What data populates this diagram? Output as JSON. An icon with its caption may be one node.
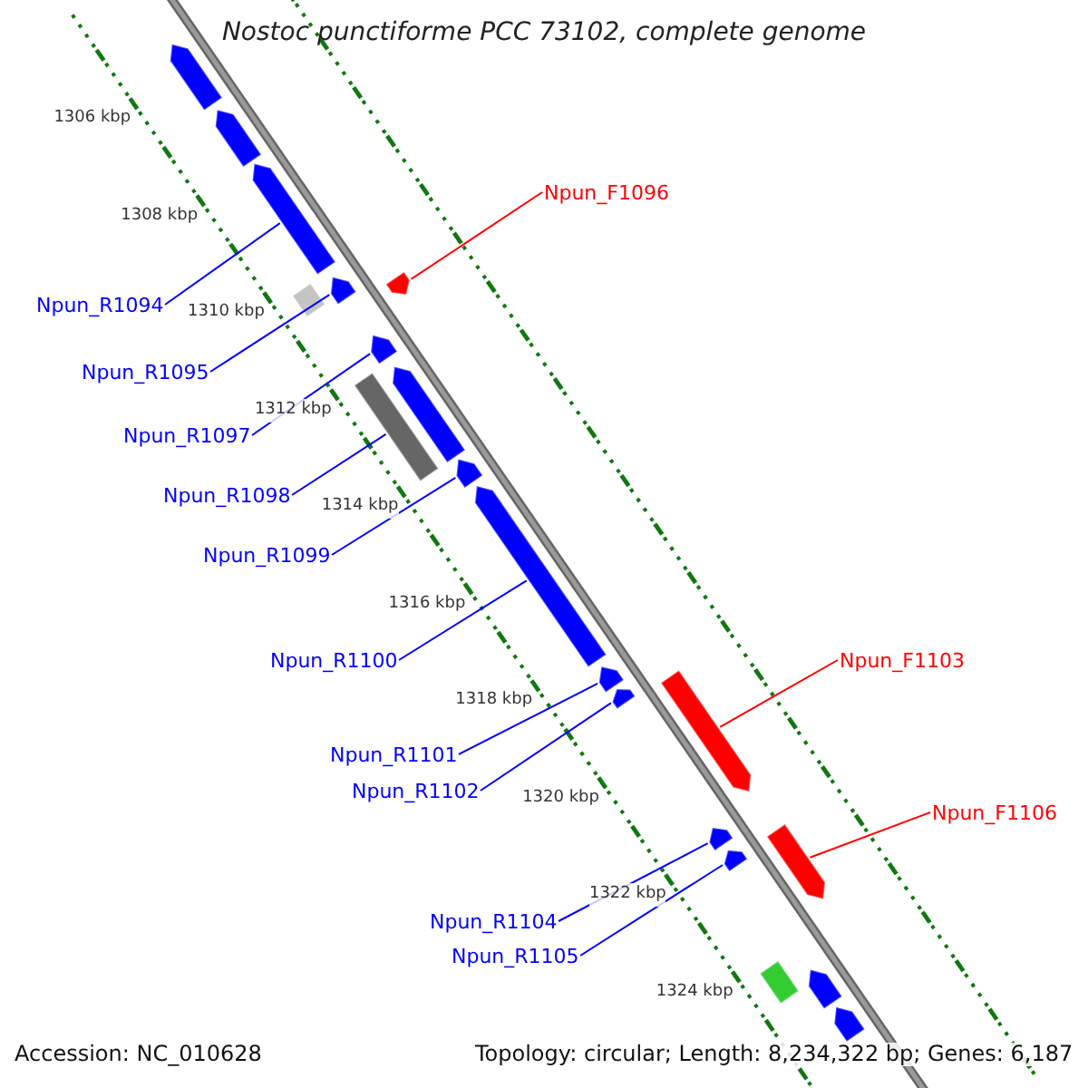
{
  "diagram": {
    "title": "Nostoc punctiforme PCC 73102, complete genome",
    "nodes": [
      {
        "text": [
          "Npun_F1096"
        ]
      },
      {
        "text": [
          "Npun_R1094"
        ]
      },
      {
        "text": [
          "Npun_R1095"
        ]
      },
      {
        "text": [
          "Npun_R1097"
        ]
      },
      {
        "text": [
          "Npun_R1098"
        ]
      },
      {
        "text": [
          "Npun_R1099"
        ]
      },
      {
        "text": [
          "Npun_R1100"
        ]
      },
      {
        "text": [
          "Npun_F1103"
        ]
      },
      {
        "text": [
          "Npun_R1101"
        ]
      },
      {
        "text": [
          "Npun_R1102"
        ]
      },
      {
        "text": [
          "Npun_F1106"
        ]
      },
      {
        "text": [
          "Npun_R1104"
        ]
      },
      {
        "text": [
          "Npun_R1105"
        ]
      },
      {
        "text": [],
        "shape": "arrow"
      },
      {
        "text": [],
        "shape": "arrow"
      },
      {
        "text": [],
        "shape": "arrow"
      },
      {
        "text": [],
        "shape": "bar"
      },
      {
        "text": [],
        "shape": "arrow"
      },
      {
        "text": [],
        "shape": "arrow"
      },
      {
        "text": [],
        "shape": "arrow"
      },
      {
        "text": [],
        "shape": "bar"
      },
      {
        "text": [],
        "shape": "arrow"
      },
      {
        "text": [],
        "shape": "arrow"
      },
      {
        "text": [],
        "shape": "arrow"
      },
      {
        "text": [],
        "shape": "arrow"
      },
      {
        "text": [],
        "shape": "arrow"
      },
      {
        "text": [],
        "shape": "arrow"
      },
      {
        "text": [],
        "shape": "arrow"
      },
      {
        "text": [],
        "shape": "arrow"
      },
      {
        "text": [],
        "shape": "arrow"
      },
      {
        "text": [],
        "shape": "bar"
      },
      {
        "text": [],
        "shape": "arrow"
      },
      {
        "text": [],
        "shape": "arrow"
      }
    ],
    "edges": [
      {
        "from": 0,
        "to": 18,
        "arrow": "none",
        "color": "#ff0000"
      },
      {
        "from": 1,
        "to": 15,
        "arrow": "none"
      },
      {
        "from": 2,
        "to": 17,
        "arrow": "none"
      },
      {
        "from": 3,
        "to": 19,
        "arrow": "none"
      },
      {
        "from": 4,
        "to": 20,
        "arrow": "none"
      },
      {
        "from": 5,
        "to": 22,
        "arrow": "none"
      },
      {
        "from": 6,
        "to": 23,
        "arrow": "none"
      },
      {
        "from": 7,
        "to": 26,
        "arrow": "none",
        "color": "#ff0000"
      },
      {
        "from": 8,
        "to": 24,
        "arrow": "none"
      },
      {
        "from": 9,
        "to": 25,
        "arrow": "none"
      },
      {
        "from": 10,
        "to": 29,
        "arrow": "none",
        "color": "#ff0000"
      },
      {
        "from": 11,
        "to": 27,
        "arrow": "none"
      },
      {
        "from": 12,
        "to": 28,
        "arrow": "none"
      }
    ],
    "labels": [
      "1306 kbp",
      "1308 kbp",
      "1310 kbp",
      "1312 kbp",
      "1314 kbp",
      "1316 kbp",
      "1318 kbp",
      "1320 kbp",
      "1322 kbp",
      "1324 kbp",
      "Accession: NC_010628",
      "Topology: circular; Length: 8,234,322 bp; Genes: 6,187"
    ]
  }
}
